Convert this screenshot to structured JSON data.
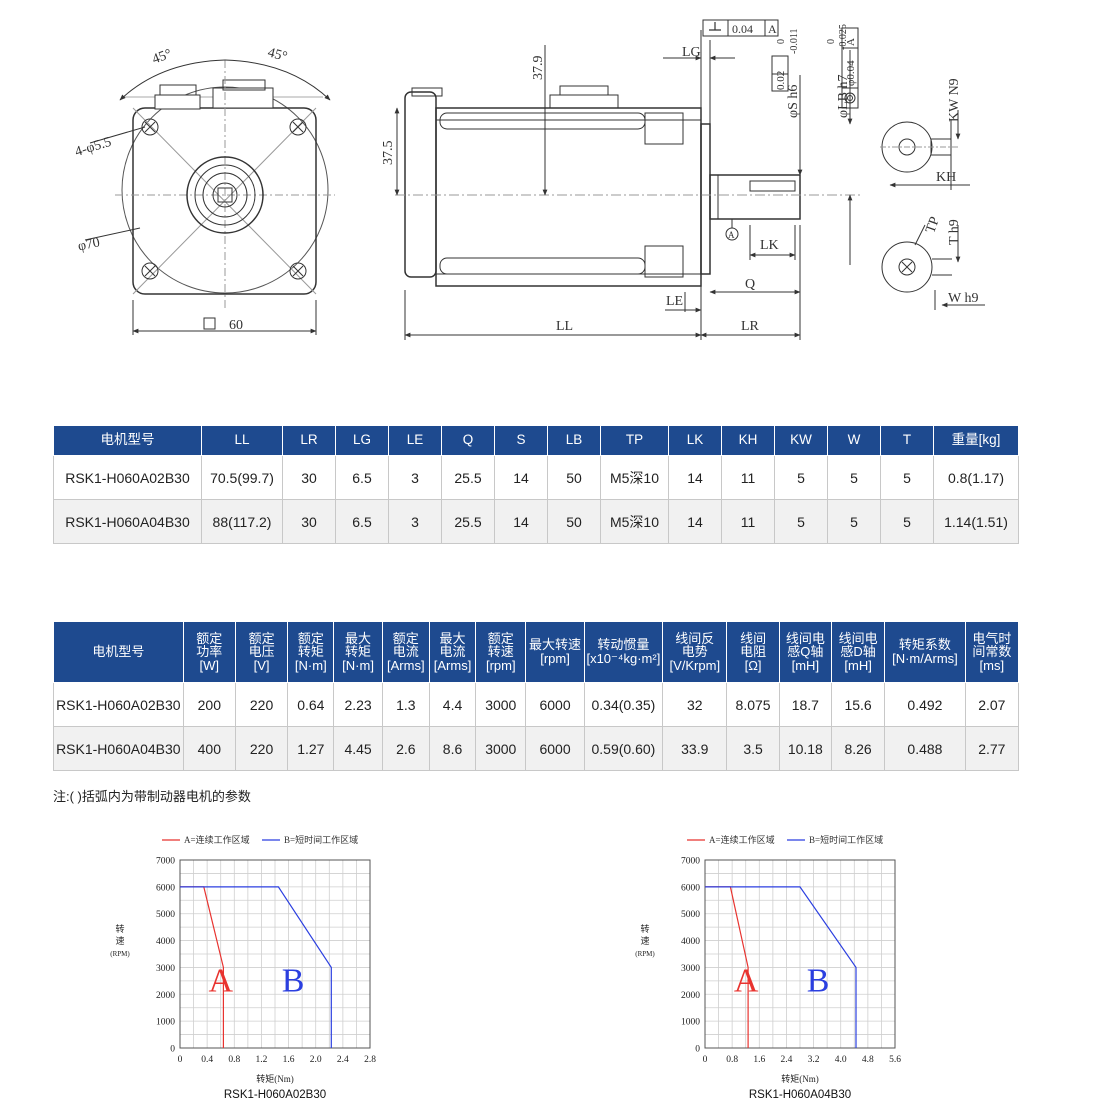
{
  "drawing": {
    "front_view": {
      "angle_left": "45°",
      "angle_right": "45°",
      "hole_label": "4-φ5.5",
      "circle_label": "φ70",
      "square_label": "60"
    },
    "side_view": {
      "dim_37_9": "37.9",
      "dim_37_5": "37.5",
      "lg": "LG",
      "le": "LE",
      "ll": "LL",
      "lr": "LR",
      "q": "Q",
      "lk": "LK",
      "datum": "A",
      "perp_tol": "0.04",
      "perp_ref": "A",
      "runout_tol": "0.02",
      "conc_tol": "φ0.04",
      "conc_ref": "A",
      "shaft_label": "φS h6",
      "shaft_tol_upper": "0",
      "shaft_tol_lower": "-0.011",
      "pilot_label": "φLB h7",
      "pilot_tol_upper": "0",
      "pilot_tol_lower": "-0.025"
    },
    "key_detail": {
      "kw": "KW N9",
      "kh": "KH",
      "tp": "TP",
      "t": "T h9",
      "w": "W h9"
    }
  },
  "table1": {
    "headers": [
      "电机型号",
      "LL",
      "LR",
      "LG",
      "LE",
      "Q",
      "S",
      "LB",
      "TP",
      "LK",
      "KH",
      "KW",
      "W",
      "T",
      "重量[kg]"
    ],
    "rows": [
      [
        "RSK1-H060A02B30",
        "70.5(99.7)",
        "30",
        "6.5",
        "3",
        "25.5",
        "14",
        "50",
        "M5深10",
        "14",
        "11",
        "5",
        "5",
        "5",
        "0.8(1.17)"
      ],
      [
        "RSK1-H060A04B30",
        "88(117.2)",
        "30",
        "6.5",
        "3",
        "25.5",
        "14",
        "50",
        "M5深10",
        "14",
        "11",
        "5",
        "5",
        "5",
        "1.14(1.51)"
      ]
    ]
  },
  "table2": {
    "headers": [
      [
        "电机型号"
      ],
      [
        "额定",
        "功率",
        "[W]"
      ],
      [
        "额定",
        "电压",
        "[V]"
      ],
      [
        "额定",
        "转矩",
        "[N·m]"
      ],
      [
        "最大",
        "转矩",
        "[N·m]"
      ],
      [
        "额定",
        "电流",
        "[Arms]"
      ],
      [
        "最大",
        "电流",
        "[Arms]"
      ],
      [
        "额定",
        "转速",
        "[rpm]"
      ],
      [
        "最大转速",
        "[rpm]"
      ],
      [
        "转动惯量",
        "[x10⁻⁴kg·m²]"
      ],
      [
        "线间反",
        "电势",
        "[V/Krpm]"
      ],
      [
        "线间",
        "电阻",
        "[Ω]"
      ],
      [
        "线间电",
        "感Q轴",
        "[mH]"
      ],
      [
        "线间电",
        "感D轴",
        "[mH]"
      ],
      [
        "转矩系数",
        "[N·m/Arms]"
      ],
      [
        "电气时",
        "间常数",
        "[ms]"
      ]
    ],
    "rows": [
      [
        "RSK1-H060A02B30",
        "200",
        "220",
        "0.64",
        "2.23",
        "1.3",
        "4.4",
        "3000",
        "6000",
        "0.34(0.35)",
        "32",
        "8.075",
        "18.7",
        "15.6",
        "0.492",
        "2.07"
      ],
      [
        "RSK1-H060A04B30",
        "400",
        "220",
        "1.27",
        "4.45",
        "2.6",
        "8.6",
        "3000",
        "6000",
        "0.59(0.60)",
        "33.9",
        "3.5",
        "10.18",
        "8.26",
        "0.488",
        "2.77"
      ]
    ]
  },
  "note": "注:(   )括弧内为带制动器电机的参数",
  "chart_data": [
    {
      "type": "line",
      "title": "RSK1-H060A02B30",
      "xlabel": "转矩(Nm)",
      "ylabel": [
        "转",
        "速",
        "(RPM)"
      ],
      "xlim": [
        0,
        2.8
      ],
      "ylim": [
        0,
        7000
      ],
      "x_ticks": [
        "0",
        "0.4",
        "0.8",
        "1.2",
        "1.6",
        "2.0",
        "2.4",
        "2.8"
      ],
      "y_ticks": [
        "0",
        "1000",
        "2000",
        "3000",
        "4000",
        "5000",
        "6000",
        "7000"
      ],
      "grid": true,
      "legend": [
        {
          "label": "A=连续工作区域",
          "color": "#e8332f"
        },
        {
          "label": "B=短时间工作区域",
          "color": "#2b3fe0"
        }
      ],
      "series": [
        {
          "name": "A",
          "color": "#e8332f",
          "points": [
            [
              0,
              6000
            ],
            [
              0.35,
              6000
            ],
            [
              0.64,
              3000
            ],
            [
              0.64,
              0
            ]
          ]
        },
        {
          "name": "B",
          "color": "#2b3fe0",
          "points": [
            [
              0,
              6000
            ],
            [
              1.45,
              6000
            ],
            [
              2.23,
              3000
            ],
            [
              2.23,
              0
            ]
          ]
        }
      ],
      "region_labels": [
        {
          "text": "A",
          "color": "#e8332f",
          "x": 0.42,
          "y": 2100
        },
        {
          "text": "B",
          "color": "#2b3fe0",
          "x": 1.5,
          "y": 2100
        }
      ]
    },
    {
      "type": "line",
      "title": "RSK1-H060A04B30",
      "xlabel": "转矩(Nm)",
      "ylabel": [
        "转",
        "速",
        "(RPM)"
      ],
      "xlim": [
        0,
        5.6
      ],
      "ylim": [
        0,
        7000
      ],
      "x_ticks": [
        "0",
        "0.8",
        "1.6",
        "2.4",
        "3.2",
        "4.0",
        "4.8",
        "5.6"
      ],
      "y_ticks": [
        "0",
        "1000",
        "2000",
        "3000",
        "4000",
        "5000",
        "6000",
        "7000"
      ],
      "grid": true,
      "legend": [
        {
          "label": "A=连续工作区域",
          "color": "#e8332f"
        },
        {
          "label": "B=短时间工作区域",
          "color": "#2b3fe0"
        }
      ],
      "series": [
        {
          "name": "A",
          "color": "#e8332f",
          "points": [
            [
              0,
              6000
            ],
            [
              0.75,
              6000
            ],
            [
              1.27,
              3000
            ],
            [
              1.27,
              0
            ]
          ]
        },
        {
          "name": "B",
          "color": "#2b3fe0",
          "points": [
            [
              0,
              6000
            ],
            [
              2.8,
              6000
            ],
            [
              4.45,
              3000
            ],
            [
              4.45,
              0
            ]
          ]
        }
      ],
      "region_labels": [
        {
          "text": "A",
          "color": "#e8332f",
          "x": 0.85,
          "y": 2100
        },
        {
          "text": "B",
          "color": "#2b3fe0",
          "x": 3.0,
          "y": 2100
        }
      ]
    }
  ]
}
